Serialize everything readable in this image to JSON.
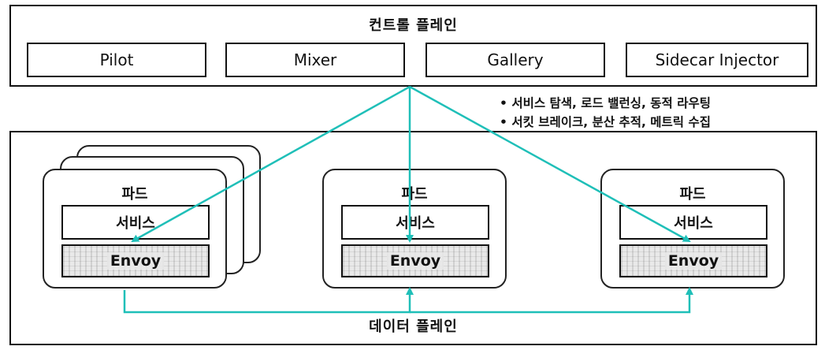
{
  "control_plane": {
    "title": "컨트롤 플레인",
    "components": [
      "Pilot",
      "Mixer",
      "Gallery",
      "Sidecar Injector"
    ]
  },
  "notes": [
    "서비스 탐색, 로드 밸런싱, 동적 라우팅",
    "서킷 브레이크, 분산 추적, 메트릭 수집"
  ],
  "data_plane": {
    "title": "데이터 플레인",
    "pods": [
      {
        "title": "파드",
        "service": "서비스",
        "proxy": "Envoy"
      },
      {
        "title": "파드",
        "service": "서비스",
        "proxy": "Envoy"
      },
      {
        "title": "파드",
        "service": "서비스",
        "proxy": "Envoy"
      }
    ]
  },
  "colors": {
    "arrow": "#1fbfb8",
    "border": "#111111"
  }
}
